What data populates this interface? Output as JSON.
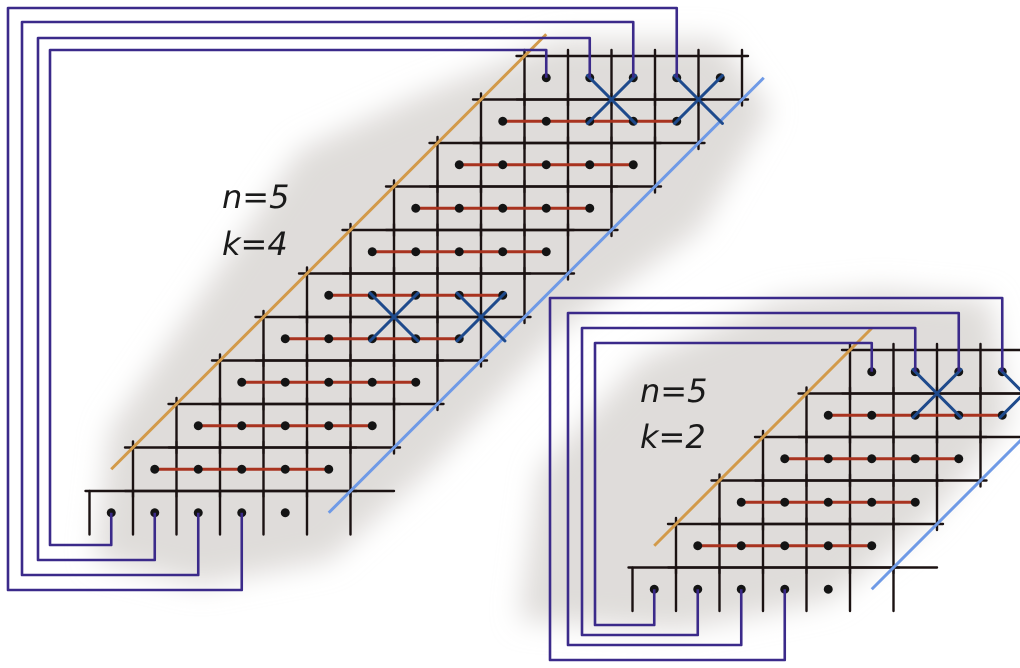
{
  "diagram": {
    "colors": {
      "grid": "#1b1212",
      "dot": "#141414",
      "wire": "#3b2a8a",
      "orange_line": "#d29a4a",
      "blue_line": "#6f9ae6",
      "red_line": "#a8331f",
      "cross": "#1e4a8c",
      "background_wash": "#d9d6d3"
    },
    "panels": [
      {
        "id": "left",
        "label_n": "n=5",
        "label_k": "k=4"
      },
      {
        "id": "right",
        "label_n": "n=5",
        "label_k": "k=2"
      }
    ]
  }
}
